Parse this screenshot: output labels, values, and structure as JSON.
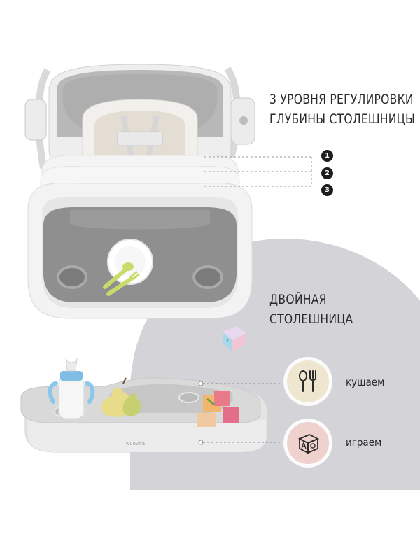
{
  "colors": {
    "panel_grey": "#d4d3d8",
    "tray_grey": "#8f8f8f",
    "eat_circle": "#efe6cf",
    "play_circle": "#efd2ce",
    "number_badge": "#1c1c1c"
  },
  "depth_section": {
    "heading_line1": "3 УРОВНЯ РЕГУЛИРОВКИ",
    "heading_line2": "ГЛУБИНЫ СТОЛЕШНИЦЫ",
    "levels": [
      "1",
      "2",
      "3"
    ]
  },
  "double_tray_section": {
    "heading_line1": "ДВОЙНАЯ",
    "heading_line2": "СТОЛЕШНИЦА"
  },
  "features": {
    "eat": {
      "label": "кушаем",
      "icon": "spoon-fork-icon"
    },
    "play": {
      "label": "играем",
      "icon": "toy-blocks-icon"
    }
  },
  "tray_brand": "Nuovita"
}
